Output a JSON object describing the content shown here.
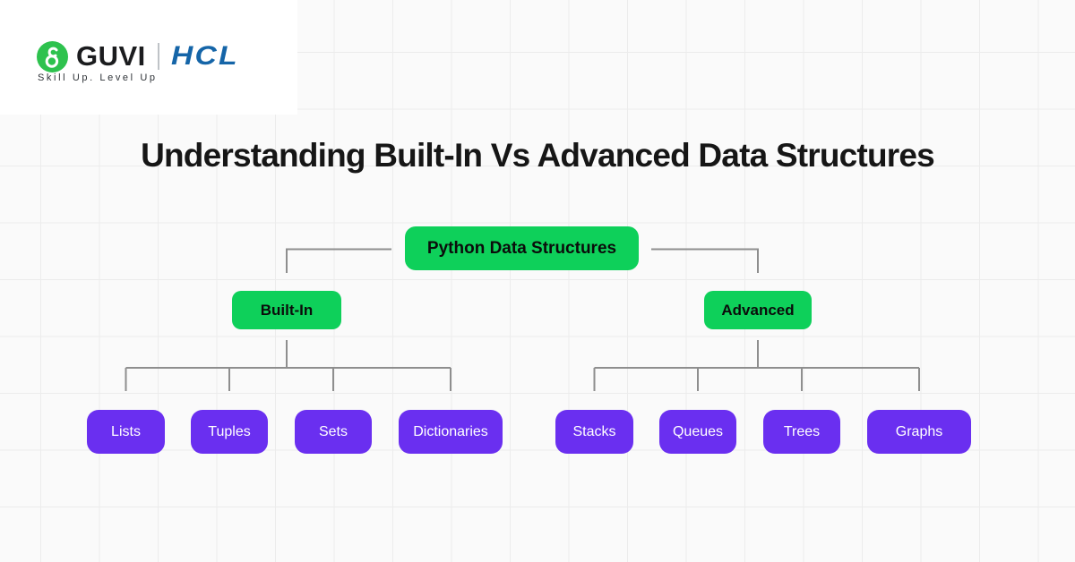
{
  "brand": {
    "guvi": "GUVI",
    "hcl": "HCL",
    "tagline": "Skill Up. Level Up"
  },
  "title": "Understanding Built-In Vs Advanced Data Structures",
  "diagram": {
    "root": {
      "label": "Python Data Structures"
    },
    "branches": [
      {
        "label": "Built-In",
        "children": [
          "Lists",
          "Tuples",
          "Sets",
          "Dictionaries"
        ]
      },
      {
        "label": "Advanced",
        "children": [
          "Stacks",
          "Queues",
          "Trees",
          "Graphs"
        ]
      }
    ]
  },
  "colors": {
    "node-green": "#0ED05A",
    "leaf-purple": "#6A2FF0",
    "connector-gray": "#8E8E8E",
    "hcl-blue": "#1565A8",
    "guvi-green": "#2EC24E",
    "background": "#FAFAFA",
    "grid-line": "#ECECEC",
    "title-text": "#161616",
    "node-text": "#0B0C0B",
    "leaf-text": "#FFFFFF"
  }
}
